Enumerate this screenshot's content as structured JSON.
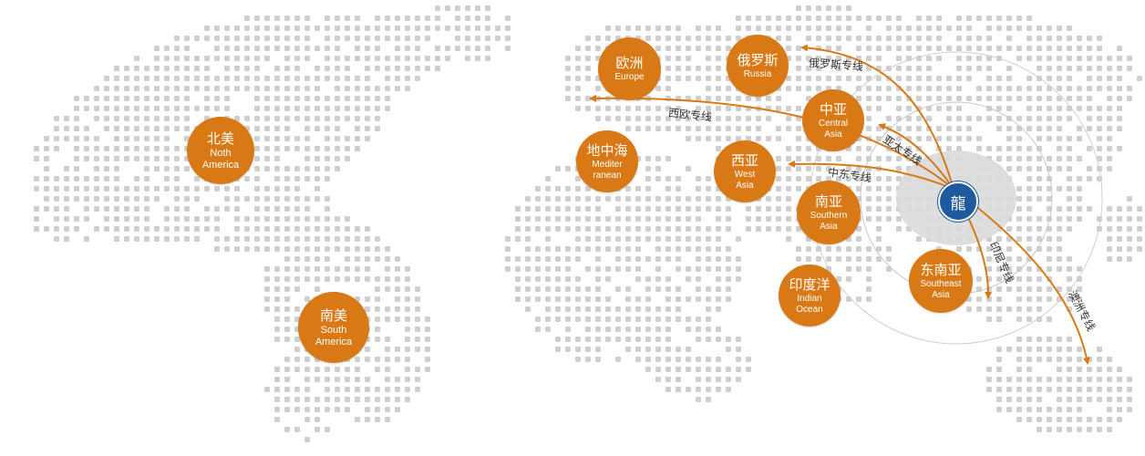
{
  "colors": {
    "accent": "#d97916",
    "hub": "#1e5a9e",
    "dots": "#cfcfcf",
    "halo": "#dadada"
  },
  "hub": {
    "glyph": "龍",
    "icon": "dragon-logo-icon"
  },
  "regions": [
    {
      "id": "north-america",
      "zh": "北美",
      "en": [
        "Noth",
        "America"
      ]
    },
    {
      "id": "south-america",
      "zh": "南美",
      "en": [
        "South",
        "America"
      ]
    },
    {
      "id": "europe",
      "zh": "欧洲",
      "en": [
        "Europe"
      ]
    },
    {
      "id": "russia",
      "zh": "俄罗斯",
      "en": [
        "Russia"
      ]
    },
    {
      "id": "central-asia",
      "zh": "中亚",
      "en": [
        "Central",
        "Asia"
      ]
    },
    {
      "id": "mediterranean",
      "zh": "地中海",
      "en": [
        "Mediter",
        "ranean"
      ]
    },
    {
      "id": "west-asia",
      "zh": "西亚",
      "en": [
        "West",
        "Asia"
      ]
    },
    {
      "id": "south-asia",
      "zh": "南亚",
      "en": [
        "Southern",
        "Asia"
      ]
    },
    {
      "id": "indian-ocean",
      "zh": "印度洋",
      "en": [
        "Indian",
        "Ocean"
      ]
    },
    {
      "id": "southeast-asia",
      "zh": "东南亚",
      "en": [
        "Southeast",
        "Asia"
      ]
    }
  ],
  "routes": [
    {
      "id": "russia-line",
      "label": "俄罗斯专线"
    },
    {
      "id": "western-europe-line",
      "label": "西欧专线"
    },
    {
      "id": "asia-pacific-line",
      "label": "亚太专线"
    },
    {
      "id": "middle-east-line",
      "label": "中东专线"
    },
    {
      "id": "indonesia-line",
      "label": "印尼专线"
    },
    {
      "id": "australia-line",
      "label": "澳洲专线"
    }
  ]
}
